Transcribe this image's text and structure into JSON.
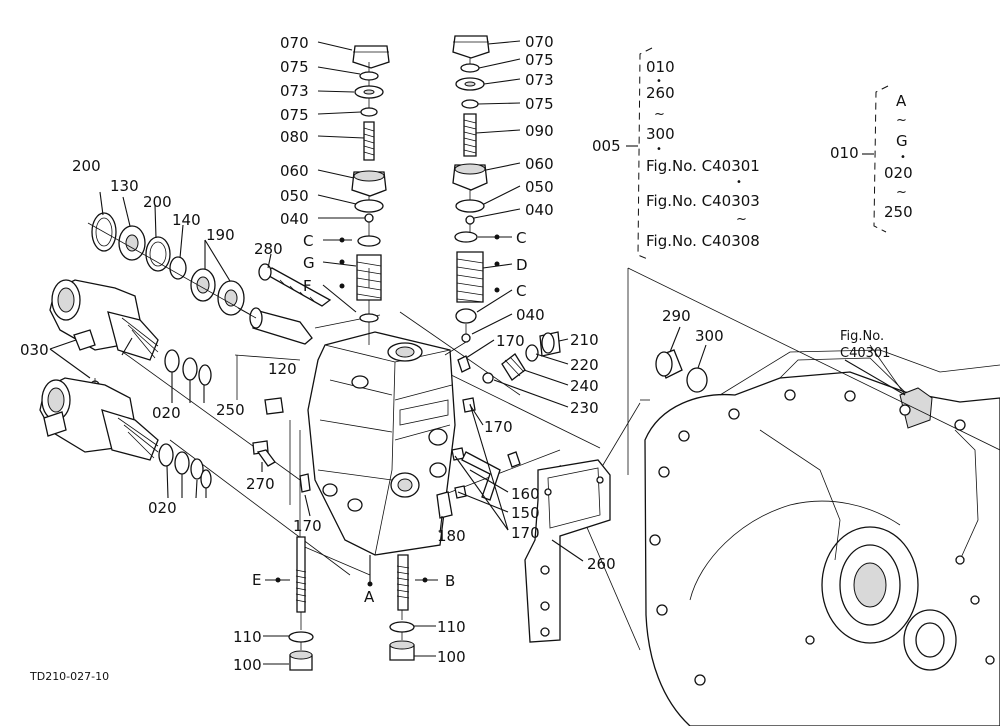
{
  "callouts": {
    "p070": "070",
    "p075": "075",
    "p073": "073",
    "p080": "080",
    "p090": "090",
    "p060": "060",
    "p050": "050",
    "p040": "040",
    "ref_C": "C",
    "ref_D": "D",
    "ref_G": "G",
    "ref_F": "F",
    "ref_A": "A",
    "ref_B": "B",
    "ref_E": "E",
    "p200": "200",
    "p130": "130",
    "p140": "140",
    "p190": "190",
    "p280": "280",
    "p030": "030",
    "p020": "020",
    "p120": "120",
    "p250": "250",
    "p270": "270",
    "p170": "170",
    "p180": "180",
    "p160": "160",
    "p150": "150",
    "p260": "260",
    "p210": "210",
    "p220": "220",
    "p240": "240",
    "p230": "230",
    "p110": "110",
    "p100": "100",
    "p290": "290",
    "p300": "300",
    "p005": "005",
    "p010": "010"
  },
  "bracket_005": {
    "lines": [
      "010",
      "•",
      "260",
      "~",
      "300",
      "•",
      "Fig.No. C40301",
      "•",
      "Fig.No. C40303",
      "~",
      "Fig.No. C40308"
    ]
  },
  "bracket_010": {
    "lines": [
      "A",
      "~",
      "G",
      "•",
      "020",
      "~",
      "250"
    ]
  },
  "figure_reference": {
    "line1": "Fig.No.",
    "line2": "C40301"
  },
  "drawing_code": "TD210-027-10"
}
